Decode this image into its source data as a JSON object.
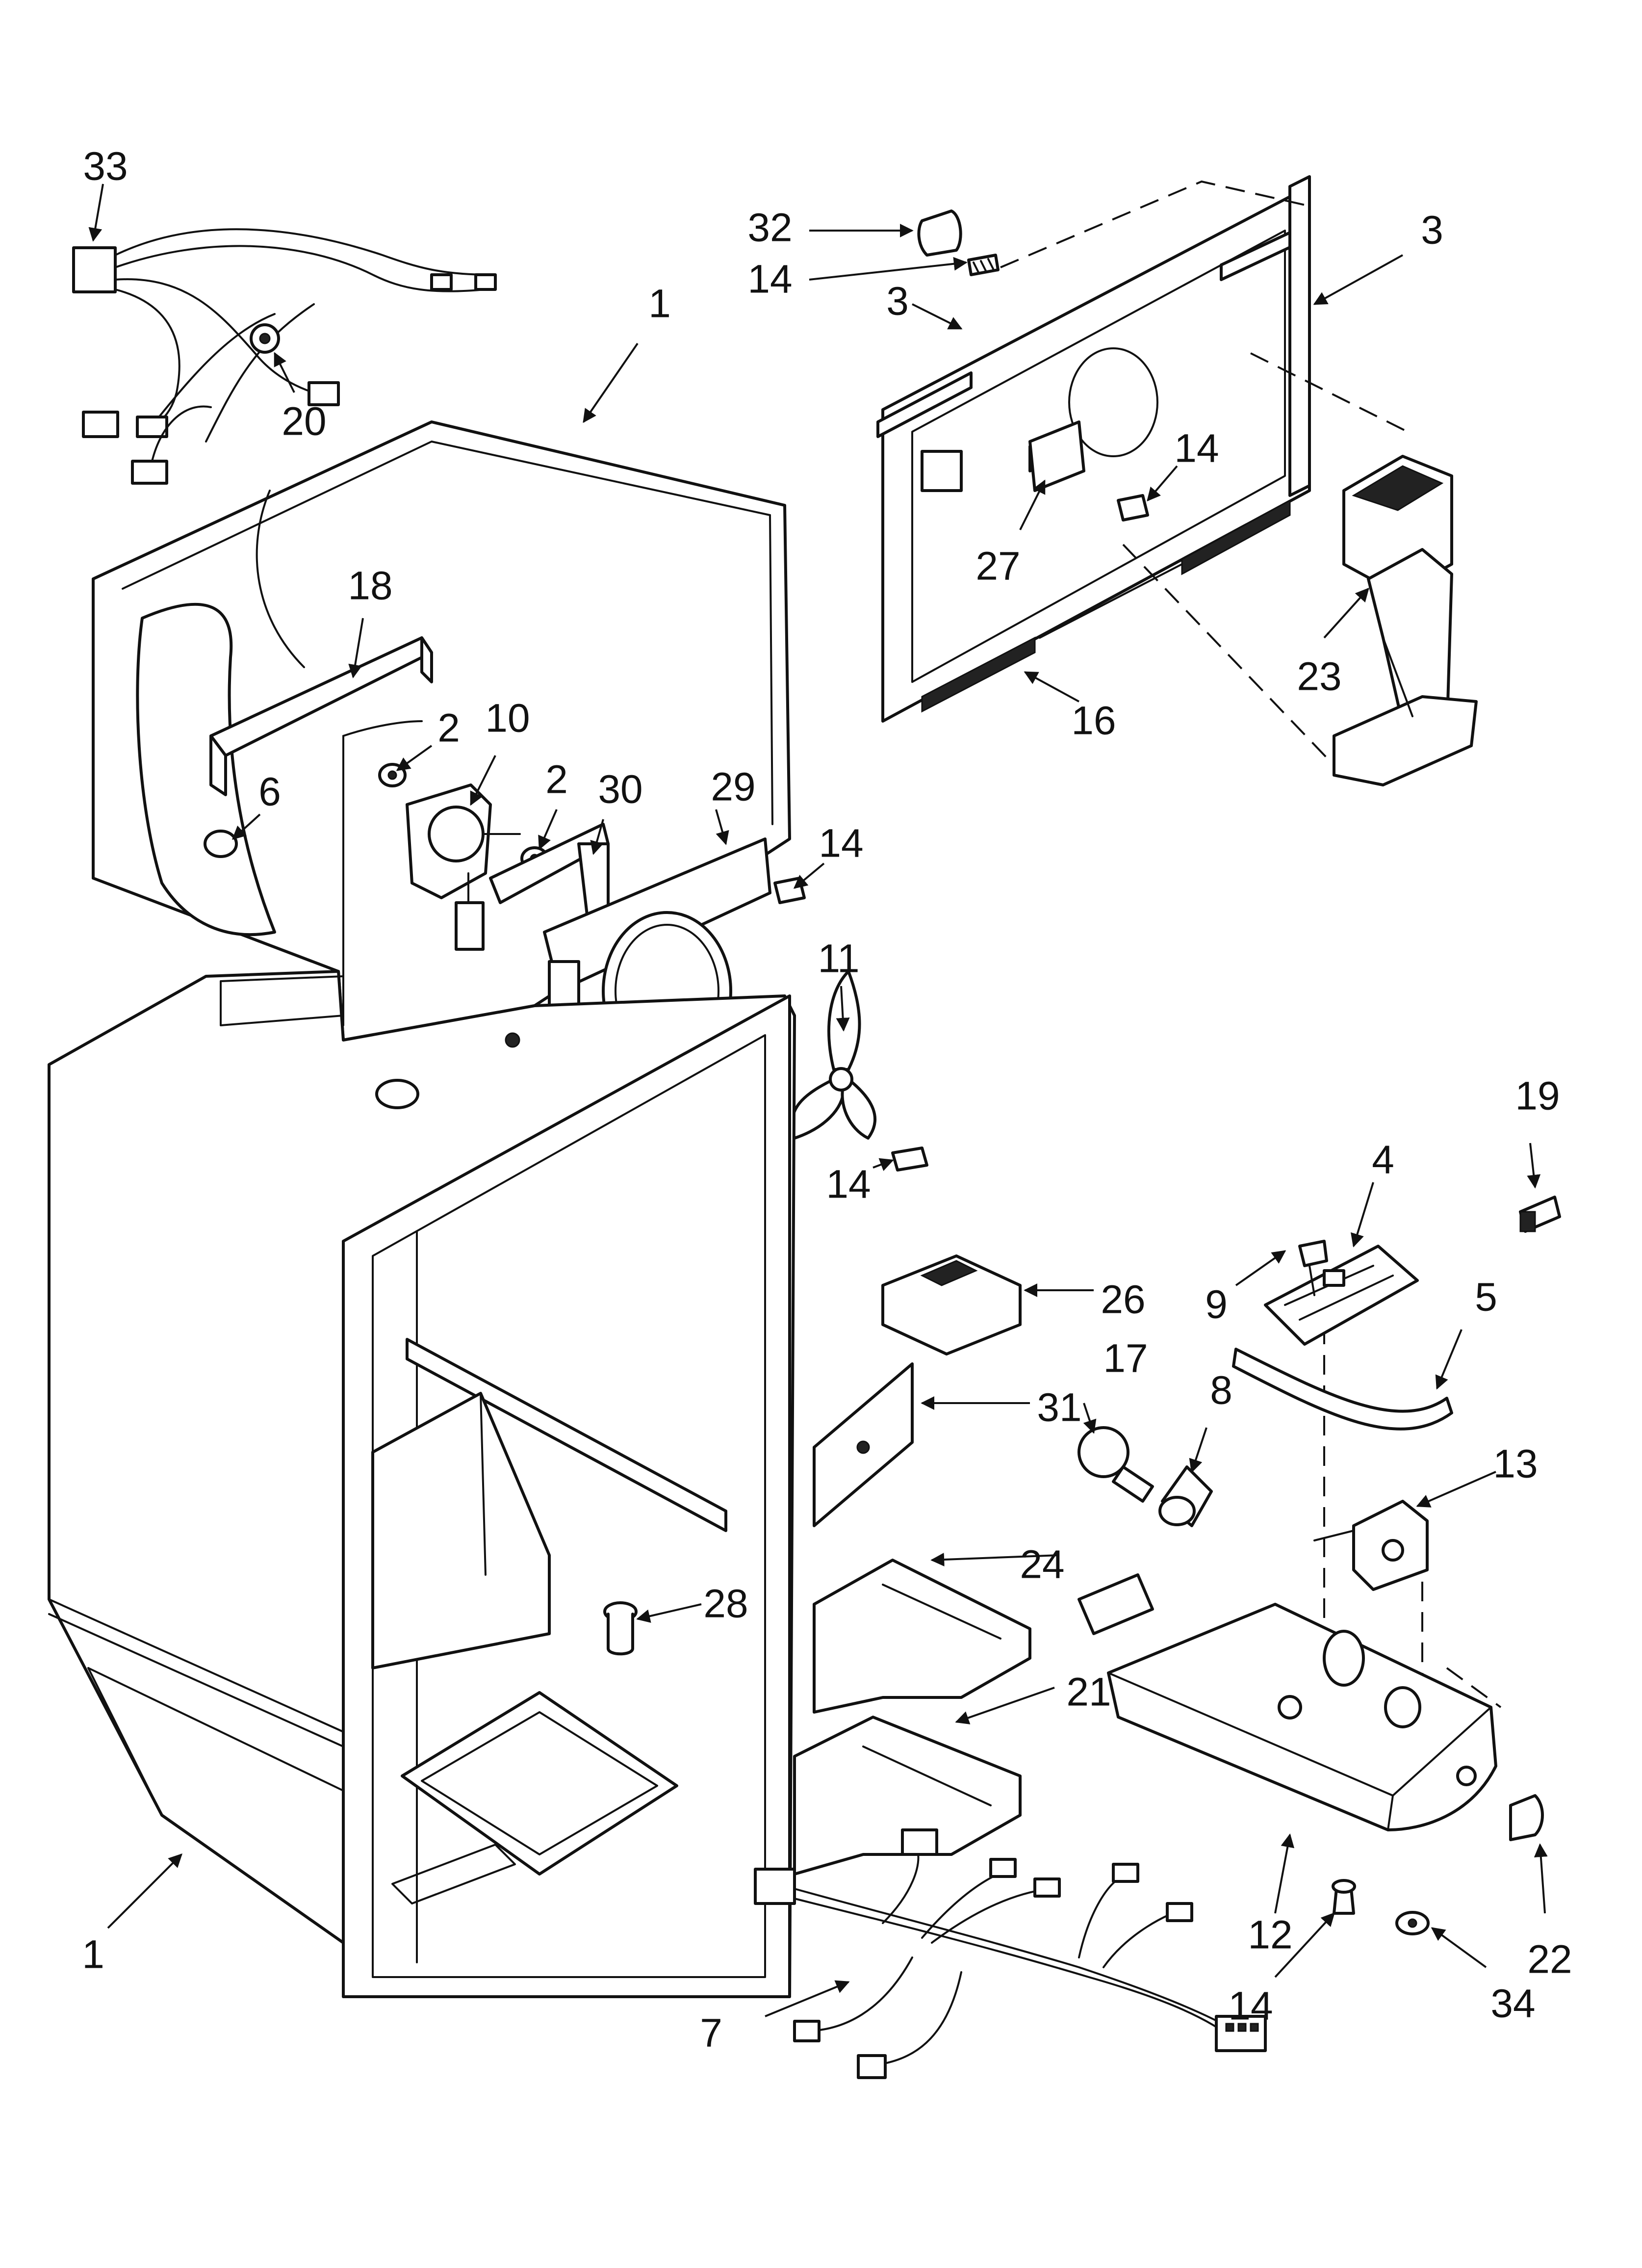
{
  "callouts": {
    "33": "33",
    "20": "20",
    "1": "1",
    "18": "18",
    "2": "2",
    "10": "10",
    "30": "30",
    "29": "29",
    "6": "6",
    "14": "14",
    "11": "11",
    "32": "32",
    "3": "3",
    "27": "27",
    "16": "16",
    "23": "23",
    "19": "19",
    "4": "4",
    "9": "9",
    "26": "26",
    "5": "5",
    "17": "17",
    "8": "8",
    "31": "31",
    "13": "13",
    "24": "24",
    "28": "28",
    "21": "21",
    "12": "12",
    "22": "22",
    "34": "34",
    "7": "7"
  },
  "colors": {
    "line": "#111111",
    "background": "#ffffff"
  }
}
